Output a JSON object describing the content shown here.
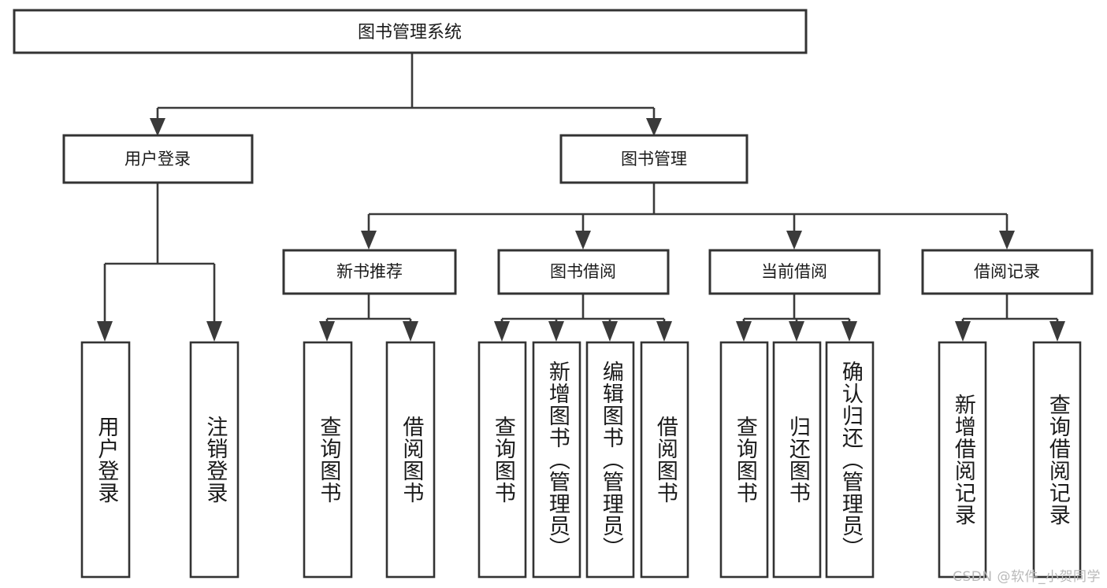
{
  "diagram": {
    "type": "hierarchy-tree",
    "title": "图书管理系统",
    "watermark": "CSDN @软件_小贺同学",
    "colors": {
      "background": "#ffffff",
      "box_stroke": "#333333",
      "connector": "#3a3a3a",
      "text": "#1a1a1a",
      "watermark": "#b9b9b9"
    },
    "root": {
      "label": "图书管理系统"
    },
    "level2": [
      {
        "label": "用户登录"
      },
      {
        "label": "图书管理"
      }
    ],
    "level3": [
      {
        "label": "新书推荐"
      },
      {
        "label": "图书借阅"
      },
      {
        "label": "当前借阅"
      },
      {
        "label": "借阅记录"
      }
    ],
    "leaves": {
      "user_login": [
        {
          "label": "用户登录"
        },
        {
          "label": "注销登录"
        }
      ],
      "new_book": [
        {
          "label": "查询图书"
        },
        {
          "label": "借阅图书"
        }
      ],
      "book_borrow": [
        {
          "label": "查询图书"
        },
        {
          "label": "新增图书（管理员）"
        },
        {
          "label": "编辑图书（管理员）"
        },
        {
          "label": "借阅图书"
        }
      ],
      "current_borrow": [
        {
          "label": "查询图书"
        },
        {
          "label": "归还图书"
        },
        {
          "label": "确认归还（管理员）"
        }
      ],
      "borrow_record": [
        {
          "label": "新增借阅记录"
        },
        {
          "label": "查询借阅记录"
        }
      ]
    }
  }
}
